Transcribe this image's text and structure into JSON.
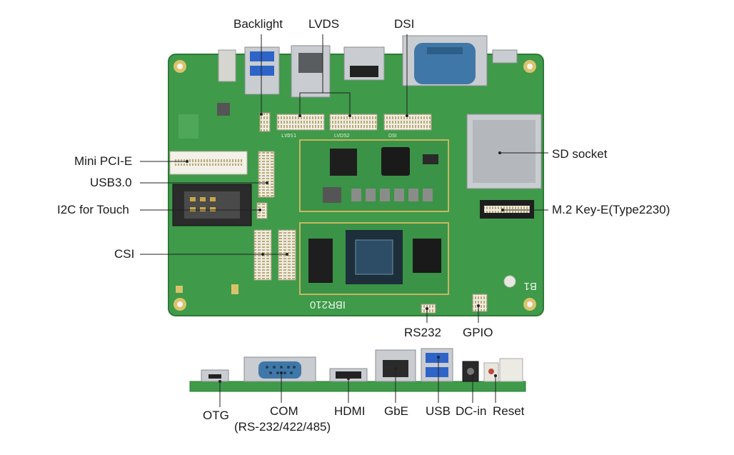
{
  "labels": {
    "backlight": "Backlight",
    "lvds": "LVDS",
    "dsi": "DSI",
    "mini_pcie": "Mini PCI-E",
    "usb30": "USB3.0",
    "i2c_touch": "I2C for Touch",
    "csi": "CSI",
    "sd_socket": "SD socket",
    "m2": "M.2 Key-E(Type2230)",
    "rs232": "RS232",
    "gpio": "GPIO",
    "otg": "OTG",
    "com": "COM",
    "com_sub": "(RS-232/422/485)",
    "hdmi": "HDMI",
    "gbe": "GbE",
    "usb": "USB",
    "dcin": "DC-in",
    "reset": "Reset"
  },
  "board_text": {
    "model": "IBR210",
    "rev": "B1"
  },
  "colors": {
    "pcb": "#3f9a4a",
    "pcb_dark": "#2f7d3a",
    "connector": "#f1efe6",
    "metal": "#c9ccd0",
    "db9": "#3f78a8",
    "usb_blue": "#2e64c8",
    "leader": "#222222"
  }
}
